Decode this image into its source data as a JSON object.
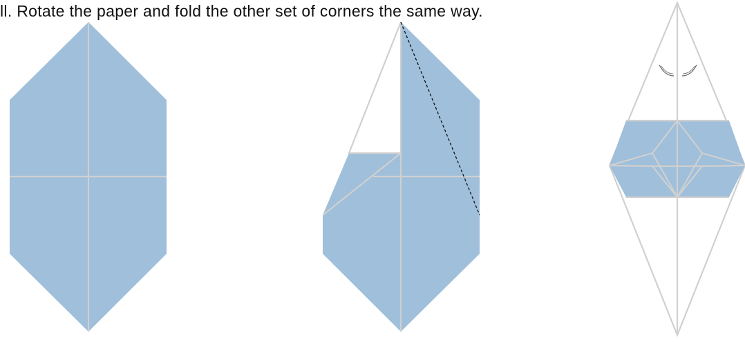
{
  "instruction": {
    "text": "ll. Rotate the paper and fold the other set of corners the same way."
  },
  "colors": {
    "paper_fill": "#9fbfda",
    "crease": "#d0d0d0",
    "fold_line": "#111111",
    "background": "#ffffff"
  },
  "steps": [
    {
      "id": "step-1",
      "state": "hexagon with center creases"
    },
    {
      "id": "step-2",
      "state": "top-left corner folded, valley fold on right"
    },
    {
      "id": "step-3",
      "state": "diamond, both corner sets folded"
    }
  ]
}
